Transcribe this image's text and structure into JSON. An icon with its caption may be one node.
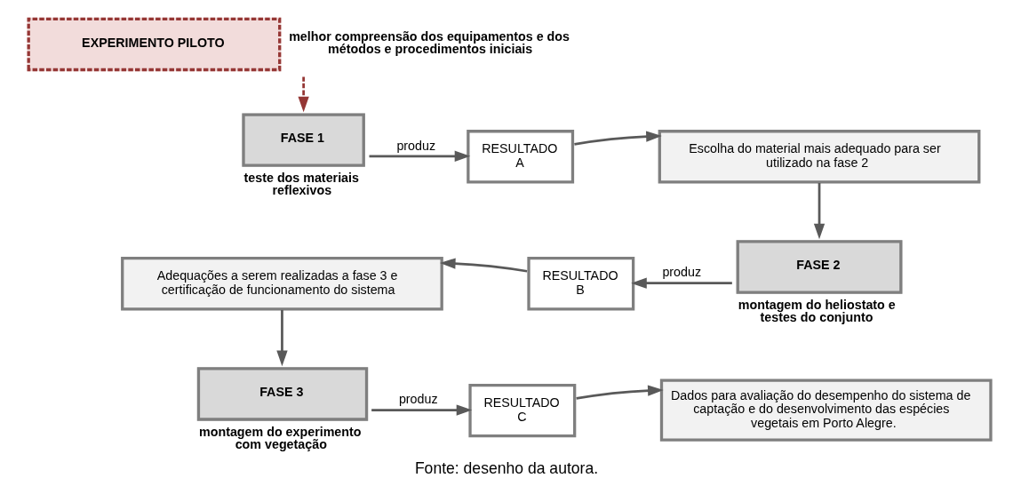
{
  "diagram": {
    "caption": "Fonte: desenho da autora.",
    "nodes": [
      {
        "text": [
          "EXPERIMENTO PILOTO"
        ],
        "beside": [
          "melhor compreensão dos equipamentos e dos métodos e procedimentos iniciais"
        ]
      },
      {
        "text": [
          "FASE 1"
        ],
        "beside": [
          "teste dos materiais reflexivos"
        ]
      },
      {
        "text": [
          "RESULTADO A"
        ]
      },
      {
        "text": [
          "Escolha do material mais adequado para ser utilizado na fase 2"
        ]
      },
      {
        "text": [
          "FASE 2"
        ],
        "beside": [
          "montagem do heliostato e testes do conjunto"
        ]
      },
      {
        "text": [
          "RESULTADO B"
        ]
      },
      {
        "text": [
          "Adequações a serem realizadas a fase 3 e certificação de funcionamento do sistema"
        ]
      },
      {
        "text": [
          "FASE 3"
        ],
        "beside": [
          "montagem do experimento com vegetação"
        ]
      },
      {
        "text": [
          "RESULTADO C"
        ]
      },
      {
        "text": [
          "Dados para avaliação do desempenho do sistema de captação e do desenvolvimento das espécies vegetais em Porto Alegre."
        ]
      }
    ],
    "edges": [
      {
        "from": 0,
        "to": 1,
        "arrow": "to",
        "style": "dashed",
        "color": "#953735"
      },
      {
        "from": 1,
        "to": 2,
        "arrow": "to",
        "label": "produz"
      },
      {
        "from": 2,
        "to": 3,
        "arrow": "to"
      },
      {
        "from": 3,
        "to": 4,
        "arrow": "to"
      },
      {
        "from": 4,
        "to": 5,
        "arrow": "to",
        "label": "produz"
      },
      {
        "from": 5,
        "to": 6,
        "arrow": "to"
      },
      {
        "from": 6,
        "to": 7,
        "arrow": "to"
      },
      {
        "from": 7,
        "to": 8,
        "arrow": "to",
        "label": "produz"
      },
      {
        "from": 8,
        "to": 9,
        "arrow": "to"
      }
    ]
  }
}
